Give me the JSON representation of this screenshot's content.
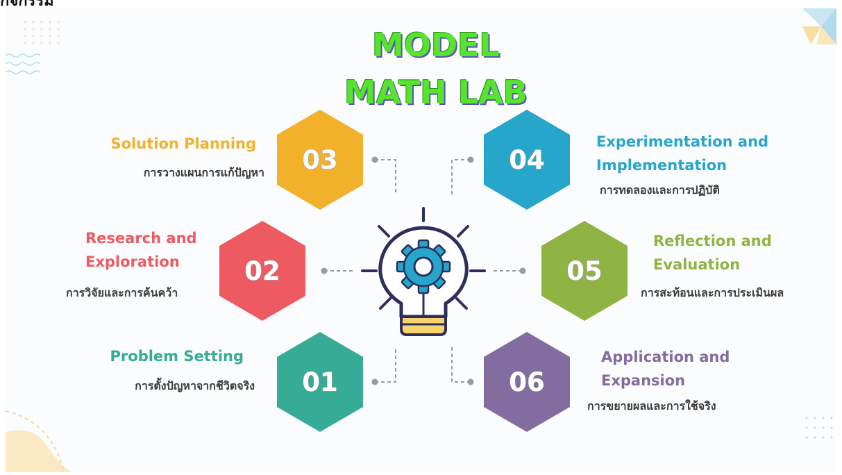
{
  "corner_text": "กิจกรรม",
  "title": {
    "line1": "MODEL",
    "line2": "MATH LAB"
  },
  "steps": [
    {
      "number": "01",
      "en_line1": "Problem Setting",
      "en_line2": "",
      "th": "การตั้งปัญหาจากชีวิตจริง",
      "color": "#36ac97"
    },
    {
      "number": "02",
      "en_line1": "Research and",
      "en_line2": "Exploration",
      "th": "การวิจัยและการค้นคว้า",
      "color": "#ee5a61"
    },
    {
      "number": "03",
      "en_line1": "Solution Planning",
      "en_line2": "",
      "th": "การวางแผนการแก้ปัญหา",
      "color": "#f2b12b"
    },
    {
      "number": "04",
      "en_line1": "Experimentation and",
      "en_line2": "Implementation",
      "th": "การทดลองและการปฏิบัติ",
      "color": "#27a6cc"
    },
    {
      "number": "05",
      "en_line1": "Reflection and",
      "en_line2": "Evaluation",
      "th": "การสะท้อนและการประเมินผล",
      "color": "#8fb443"
    },
    {
      "number": "06",
      "en_line1": "Application and",
      "en_line2": "Expansion",
      "th": "การขยายผลและการใช้จริง",
      "color": "#836c9f"
    }
  ],
  "colors": {
    "bulb_outline": "#2c2e5c",
    "bulb_base": "#f6d36b",
    "gear": "#27a6cc",
    "connector": "#9a9a9a",
    "deco_yellow": "#f7dda2",
    "deco_teal": "#b6e3e6",
    "deco_blue": "#9cd2e6"
  },
  "icons": {
    "center": "lightbulb-gear-icon"
  }
}
